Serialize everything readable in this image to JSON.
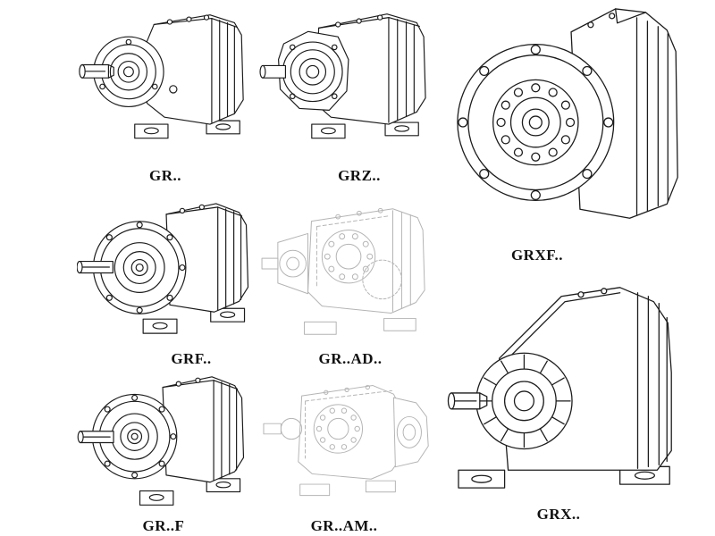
{
  "page": {
    "background": "#ffffff",
    "line_color": "#1c1c1c",
    "ghost_line_color": "#b4b4b4"
  },
  "figures": {
    "gr": {
      "label": "GR.."
    },
    "grz": {
      "label": "GRZ.."
    },
    "grxf": {
      "label": "GRXF.."
    },
    "grf": {
      "label": "GRF.."
    },
    "grad": {
      "label": "GR..AD.."
    },
    "grf_foot": {
      "label": "GR..F"
    },
    "gram": {
      "label": "GR..AM.."
    },
    "grx": {
      "label": "GRX.."
    }
  }
}
